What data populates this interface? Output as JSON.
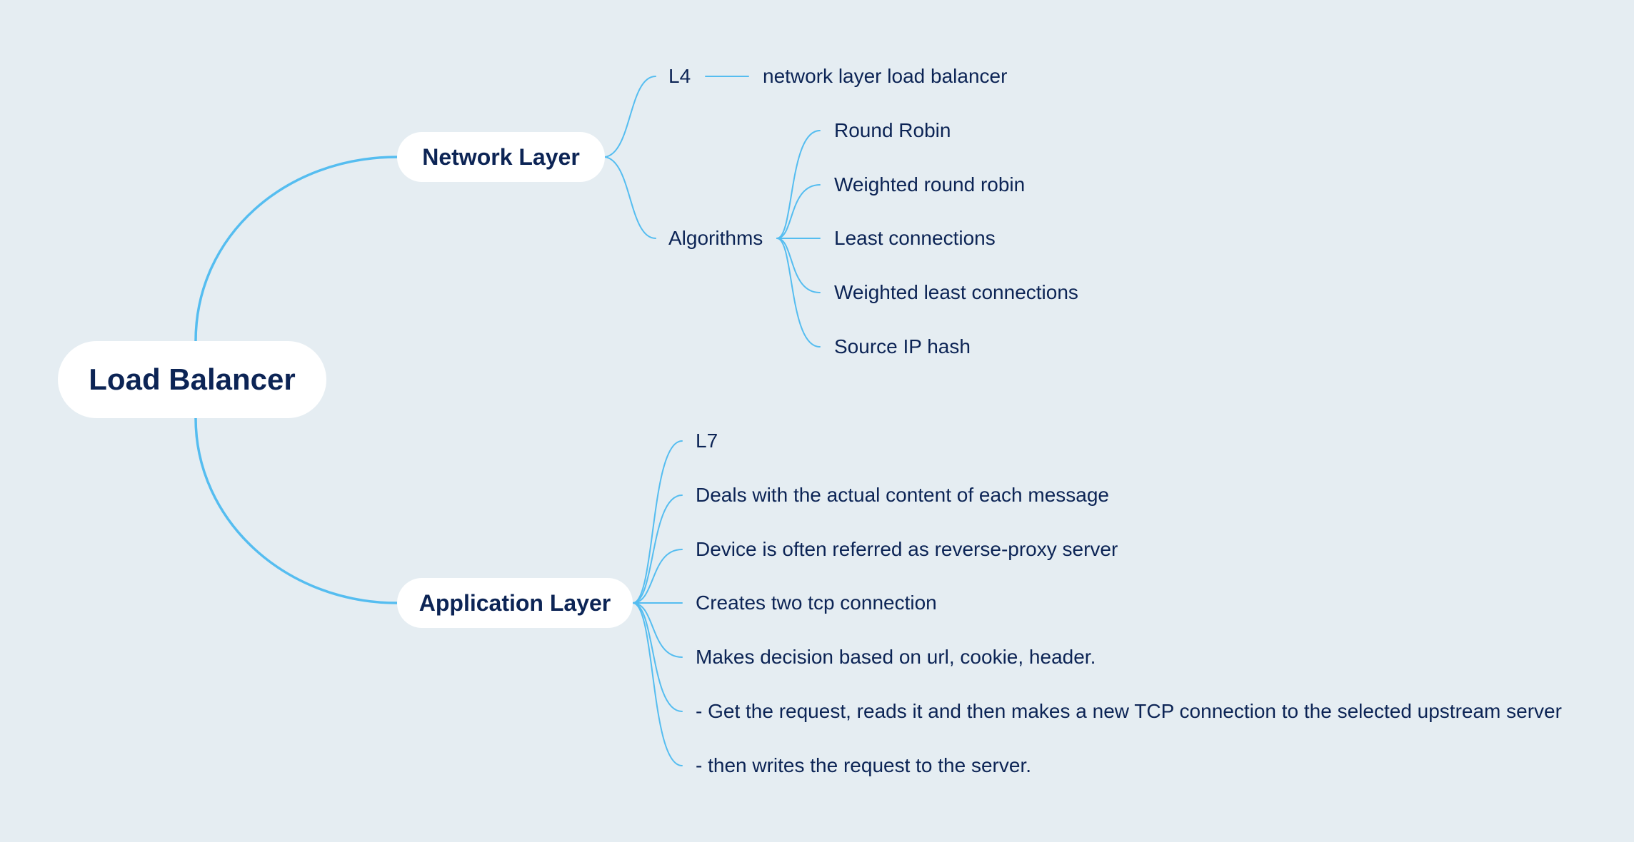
{
  "root": {
    "label": "Load Balancer"
  },
  "network_layer": {
    "label": "Network Layer",
    "l4": {
      "label": "L4",
      "note": "network layer load balancer"
    },
    "algorithms": {
      "label": "Algorithms",
      "items": [
        "Round Robin",
        "Weighted round robin",
        "Least connections",
        "Weighted least connections",
        "Source IP hash"
      ]
    }
  },
  "application_layer": {
    "label": "Application Layer",
    "items": [
      "L7",
      "Deals with the actual content of each message",
      "Device is often referred as reverse-proxy server",
      "Creates two tcp connection",
      "Makes decision based on url, cookie, header.",
      "- Get the request, reads it and then makes a new TCP connection to the selected upstream server",
      "- then writes the request to the server."
    ]
  },
  "colors": {
    "background": "#e5edf2",
    "connector": "#55bdf0",
    "text": "#0c2455",
    "node_fill": "#ffffff"
  }
}
